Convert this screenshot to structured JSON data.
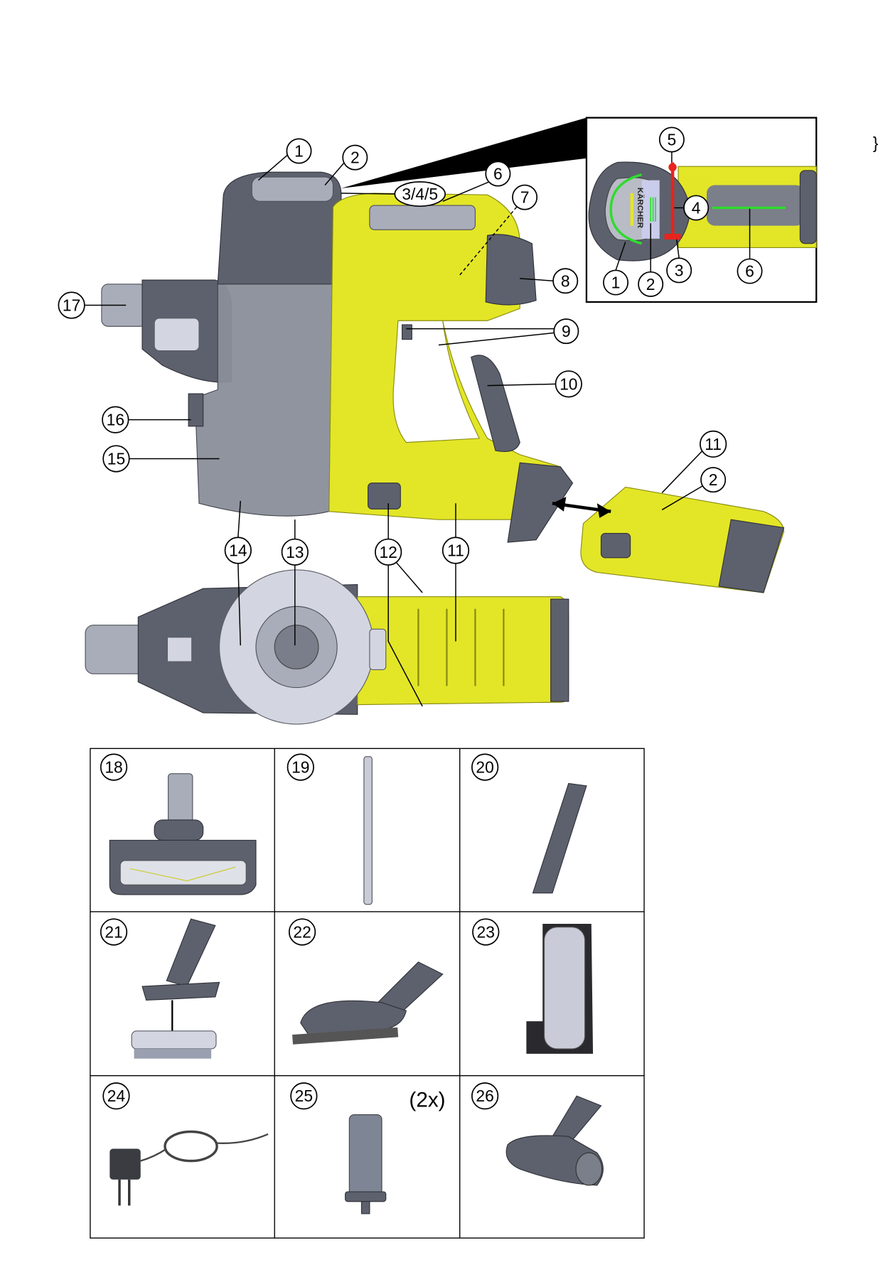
{
  "figure": {
    "brace": "}",
    "brand_logo": "KÄRCHER",
    "main_callouts": {
      "c1": "1",
      "c2": "2",
      "c345": "3/4/5",
      "c6": "6",
      "c7": "7",
      "c8": "8",
      "c9": "9",
      "c10": "10",
      "c11": "11",
      "c2b": "2",
      "c17": "17",
      "c16": "16",
      "c15": "15",
      "c14": "14",
      "c13": "13",
      "c12": "12",
      "c11b": "11"
    },
    "inset_callouts": {
      "c1": "1",
      "c2": "2",
      "c3": "3",
      "c4": "4",
      "c5": "5",
      "c6": "6"
    },
    "accessories": [
      {
        "number": "18"
      },
      {
        "number": "19"
      },
      {
        "number": "20"
      },
      {
        "number": "21"
      },
      {
        "number": "22"
      },
      {
        "number": "23"
      },
      {
        "number": "24"
      },
      {
        "number": "25",
        "quantity": "(2x)"
      },
      {
        "number": "26"
      }
    ],
    "colors": {
      "brand_yellow": "#e3e626",
      "body_grey": "#5d616d",
      "led_green": "#2ddc2d",
      "marker_red": "#e8241c"
    }
  }
}
